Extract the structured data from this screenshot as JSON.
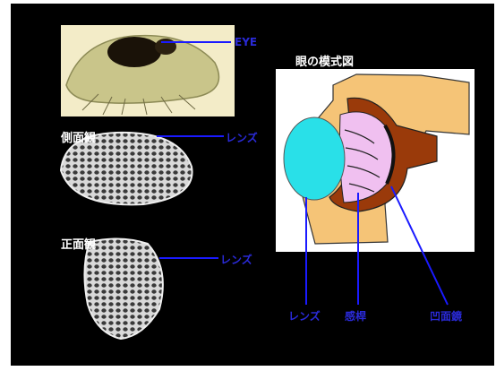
{
  "labels": {
    "eye": "EYE",
    "side_view": "側面観",
    "front_view": "正面観",
    "lens_side": "レンズ",
    "lens_front": "レンズ",
    "diagram_title": "眼の模式図",
    "diagram_lens": "レンズ",
    "diagram_rhabdom": "感桿",
    "diagram_mirror": "凹面鏡"
  },
  "colors": {
    "pointer_line": "#1a1aff",
    "lens": "#29e0e8",
    "tissue": "#f5c477",
    "mirror_cup": "#9a3a0a",
    "receptor": "#f0c0f0"
  }
}
